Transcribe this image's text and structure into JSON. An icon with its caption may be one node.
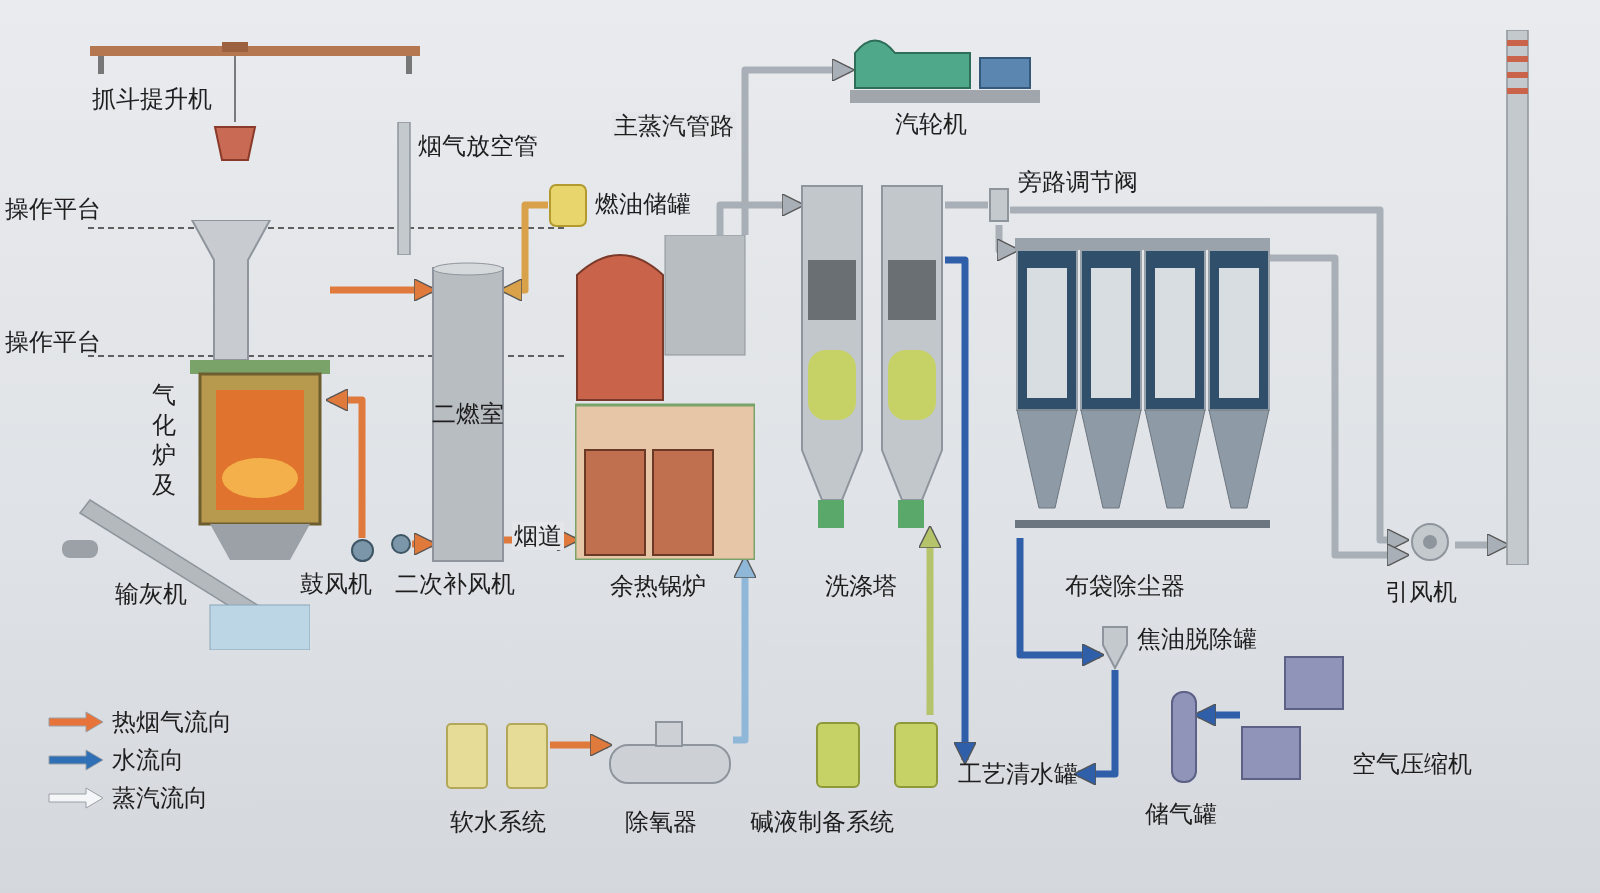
{
  "diagram": {
    "nodes": [
      {
        "text": [
          "抓斗提升机"
        ]
      },
      {
        "text": [
          "气化炉及"
        ]
      },
      {
        "text": [
          "烟气放空管"
        ]
      },
      {
        "text": [
          "燃油储罐"
        ]
      },
      {
        "text": [
          "二燃室"
        ]
      },
      {
        "text": [
          "余热锅炉"
        ]
      },
      {
        "text": [
          "汽轮机"
        ]
      },
      {
        "text": [
          "洗涤塔"
        ]
      },
      {
        "text": [
          "旁路调节阀"
        ]
      },
      {
        "text": [
          "布袋除尘器"
        ]
      },
      {
        "text": [
          "引风机"
        ]
      },
      {
        "text": [],
        "shape": "picture"
      },
      {
        "text": [
          "输灰机"
        ]
      },
      {
        "text": [
          "鼓风机"
        ]
      },
      {
        "text": [
          "二次补风机"
        ]
      },
      {
        "text": [
          "焦油脱除罐"
        ]
      },
      {
        "text": [
          "工艺清水罐"
        ]
      },
      {
        "text": [
          "空气压缩机"
        ]
      },
      {
        "text": [
          "储气罐"
        ]
      },
      {
        "text": [
          "软水系统"
        ]
      },
      {
        "text": [
          "除氧器"
        ]
      },
      {
        "text": [
          "碱液制备系统"
        ]
      }
    ],
    "edges": [
      {
        "from": 1,
        "to": 4,
        "arrow": "to",
        "color": "#e07a3c"
      },
      {
        "from": 4,
        "to": 5,
        "arrow": "to",
        "label": "烟道",
        "color": "#e07a3c"
      },
      {
        "from": 5,
        "to": 7,
        "arrow": "to"
      },
      {
        "from": 7,
        "to": 8,
        "arrow": "none"
      },
      {
        "from": 8,
        "to": 9,
        "arrow": "to"
      },
      {
        "from": 8,
        "to": 10,
        "arrow": "to"
      },
      {
        "from": 9,
        "to": 10,
        "arrow": "to"
      },
      {
        "from": 10,
        "to": 11,
        "arrow": "to"
      },
      {
        "from": 5,
        "to": 6,
        "arrow": "to",
        "label": "主蒸汽管路"
      },
      {
        "from": 13,
        "to": 1,
        "arrow": "to",
        "color": "#e07a3c"
      },
      {
        "from": 14,
        "to": 4,
        "arrow": "to",
        "color": "#e07a3c"
      },
      {
        "from": 3,
        "to": 4,
        "arrow": "to",
        "color": "#d9a24a"
      },
      {
        "from": 19,
        "to": 20,
        "arrow": "to",
        "color": "#e07a3c"
      },
      {
        "from": 20,
        "to": 5,
        "arrow": "to",
        "color": "#8fb8d8"
      },
      {
        "from": 21,
        "to": 7,
        "arrow": "to",
        "color": "#b5c46a"
      },
      {
        "from": 7,
        "to": 16,
        "arrow": "to",
        "color": "#2e5fa8"
      },
      {
        "from": 9,
        "to": 15,
        "arrow": "to",
        "color": "#2e5fa8"
      },
      {
        "from": 15,
        "to": 16,
        "arrow": "to",
        "color": "#2e5fa8"
      },
      {
        "from": 17,
        "to": 18,
        "arrow": "to",
        "color": "#2e5fa8"
      }
    ],
    "labels": [
      "操作平台",
      "操作平台"
    ],
    "legend": [
      {
        "text": "热烟气流向",
        "color": "#e8733a"
      },
      {
        "text": "水流向",
        "color": "#2f6fb5"
      },
      {
        "text": "蒸汽流向",
        "color": "#f4f6f8"
      }
    ]
  }
}
